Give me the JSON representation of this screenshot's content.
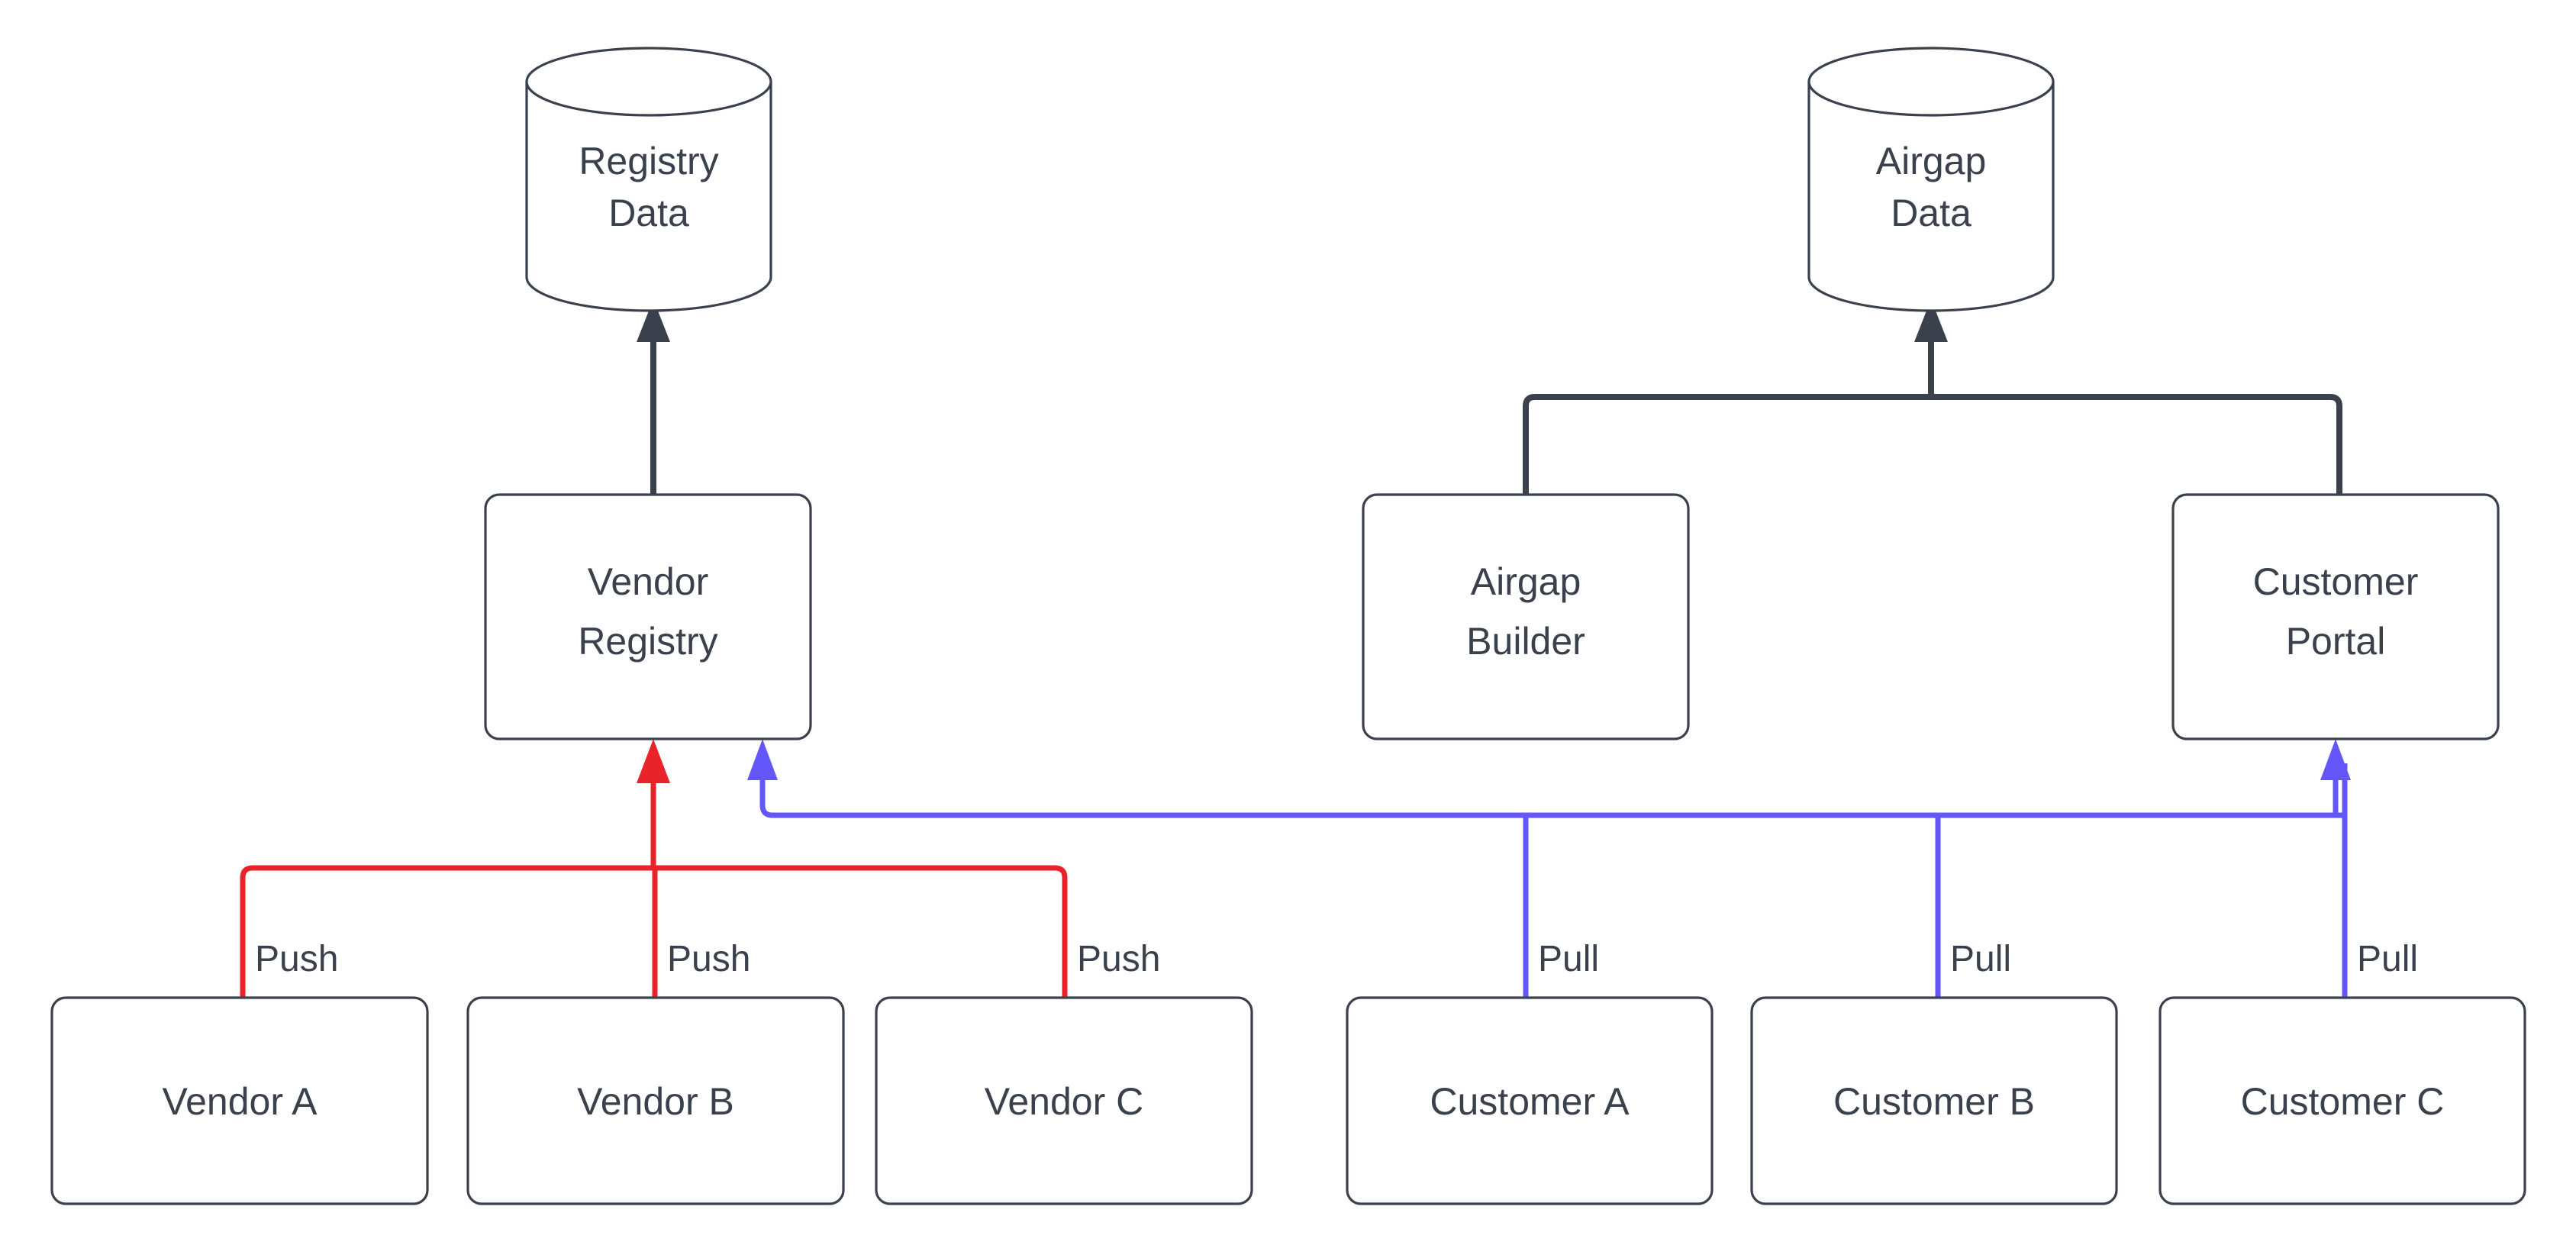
{
  "diagram": {
    "type": "flowchart",
    "background_color": "#ffffff",
    "palette": {
      "node_stroke": "#3a414d",
      "node_fill": "#ffffff",
      "text": "#3a414d",
      "push_edge": "#e8232a",
      "pull_edge": "#6457f9",
      "default_edge": "#3a414d"
    },
    "datastores": [
      {
        "id": "registry-data",
        "line1": "Registry",
        "line2": "Data",
        "shape": "cylinder"
      },
      {
        "id": "airgap-data",
        "line1": "Airgap",
        "line2": "Data",
        "shape": "cylinder"
      }
    ],
    "services": [
      {
        "id": "vendor-registry",
        "line1": "Vendor",
        "line2": "Registry",
        "shape": "rounded-rect"
      },
      {
        "id": "airgap-builder",
        "line1": "Airgap",
        "line2": "Builder",
        "shape": "rounded-rect"
      },
      {
        "id": "customer-portal",
        "line1": "Customer",
        "line2": "Portal",
        "shape": "rounded-rect"
      }
    ],
    "actors": [
      {
        "id": "vendor-a",
        "label": "Vendor A",
        "group": "vendor"
      },
      {
        "id": "vendor-b",
        "label": "Vendor B",
        "group": "vendor"
      },
      {
        "id": "vendor-c",
        "label": "Vendor C",
        "group": "vendor"
      },
      {
        "id": "customer-a",
        "label": "Customer A",
        "group": "customer"
      },
      {
        "id": "customer-b",
        "label": "Customer B",
        "group": "customer"
      },
      {
        "id": "customer-c",
        "label": "Customer C",
        "group": "customer"
      }
    ],
    "edge_labels": {
      "push_a": "Push",
      "push_b": "Push",
      "push_c": "Push",
      "pull_a": "Pull",
      "pull_b": "Pull",
      "pull_c": "Pull"
    },
    "edges": [
      {
        "from": "vendor-registry",
        "to": "registry-data",
        "label": "",
        "color": "#3a414d"
      },
      {
        "from": "airgap-builder",
        "to": "airgap-data",
        "label": "",
        "color": "#3a414d"
      },
      {
        "from": "customer-portal",
        "to": "airgap-data",
        "label": "",
        "color": "#3a414d"
      },
      {
        "from": "vendor-a",
        "to": "vendor-registry",
        "label": "Push",
        "color": "#e8232a"
      },
      {
        "from": "vendor-b",
        "to": "vendor-registry",
        "label": "Push",
        "color": "#e8232a"
      },
      {
        "from": "vendor-c",
        "to": "vendor-registry",
        "label": "Push",
        "color": "#e8232a"
      },
      {
        "from": "customer-a",
        "to": "vendor-registry",
        "label": "Pull",
        "color": "#6457f9"
      },
      {
        "from": "customer-b",
        "to": "vendor-registry",
        "label": "Pull",
        "color": "#6457f9"
      },
      {
        "from": "customer-c",
        "to": "customer-portal",
        "label": "Pull",
        "color": "#6457f9"
      }
    ]
  }
}
